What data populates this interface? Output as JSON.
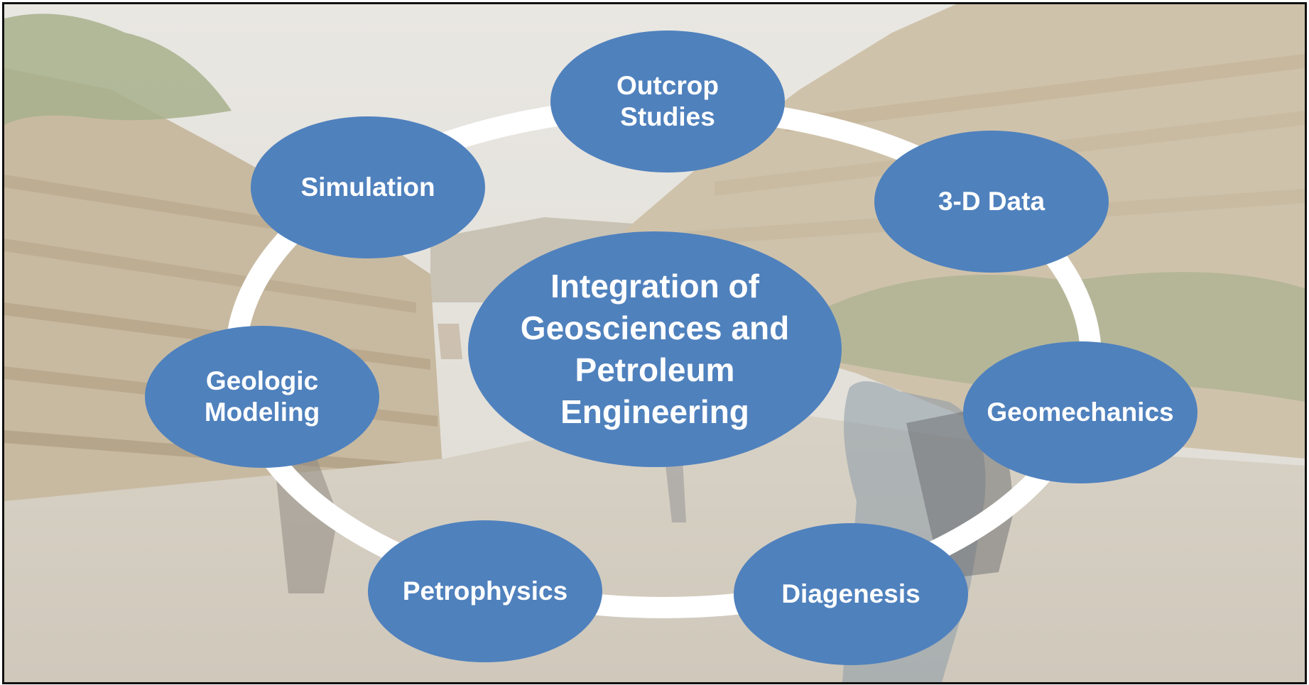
{
  "diagram": {
    "center": {
      "label": "Integration of\nGeosciences and\nPetroleum\nEngineering"
    },
    "nodes": [
      {
        "id": "outcrop",
        "label": "Outcrop\nStudies"
      },
      {
        "id": "3d",
        "label": "3-D Data"
      },
      {
        "id": "geomech",
        "label": "Geomechanics"
      },
      {
        "id": "diagenesis",
        "label": "Diagenesis"
      },
      {
        "id": "petro",
        "label": "Petrophysics"
      },
      {
        "id": "geomodel",
        "label": "Geologic\nModeling"
      },
      {
        "id": "sim",
        "label": "Simulation"
      }
    ]
  },
  "colors": {
    "node_fill": "#4f81bd",
    "node_text": "#ffffff",
    "ring": "#ffffff",
    "frame_border": "#111111",
    "background_sky": "#e6e3dc",
    "background_rock": "#cbbfa9",
    "background_ground": "#d6d1c7",
    "background_vegetation": "#a9b08c"
  }
}
